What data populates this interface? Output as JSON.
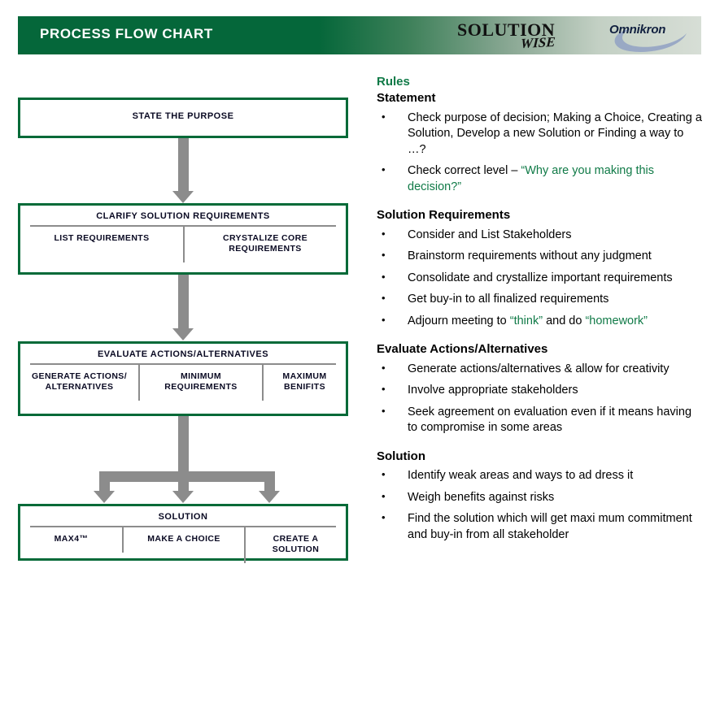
{
  "header": {
    "title": "PROCESS FLOW CHART",
    "logo_solutionwise": {
      "word1": "SOLUTION",
      "word2": "WISE",
      "icon": "solutionwise-logo"
    },
    "logo_omnikron": {
      "text": "Omnikron",
      "icon": "omnikron-swoosh-logo"
    },
    "bar_color": "#05673a"
  },
  "flowchart": {
    "accent_color": "#046a38",
    "connector_color": "#8c8c8c",
    "boxes": [
      {
        "id": "purpose",
        "header": "STATE THE PURPOSE",
        "cells": []
      },
      {
        "id": "clarify",
        "header": "CLARIFY SOLUTION REQUIREMENTS",
        "cells": [
          "LIST REQUIREMENTS",
          "CRYSTALIZE CORE REQUIREMENTS"
        ]
      },
      {
        "id": "evaluate",
        "header": "EVALUATE ACTIONS/ALTERNATIVES",
        "cells": [
          "GENERATE ACTIONS/ ALTERNATIVES",
          "MINIMUM REQUIREMENTS",
          "MAXIMUM BENIFITS"
        ]
      },
      {
        "id": "solution",
        "header": "SOLUTION",
        "cells": [
          "MAX4™",
          "MAKE A CHOICE",
          "CREATE A SOLUTION"
        ]
      }
    ]
  },
  "rules": {
    "title": "Rules",
    "sections": [
      {
        "heading": "Statement",
        "items": [
          {
            "parts": [
              {
                "text": "Check purpose of decision; Making a Choice, Creating a Solution, Develop a new Solution or Finding a way to …?",
                "color": "black"
              }
            ]
          },
          {
            "parts": [
              {
                "text": "Check correct level – ",
                "color": "black"
              },
              {
                "text": "“Why are you making this decision?”",
                "color": "green"
              }
            ]
          }
        ]
      },
      {
        "heading": "Solution Requirements",
        "items": [
          {
            "parts": [
              {
                "text": "Consider and List Stakeholders",
                "color": "black"
              }
            ]
          },
          {
            "parts": [
              {
                "text": "Brainstorm requirements without any judgment",
                "color": "black"
              }
            ]
          },
          {
            "parts": [
              {
                "text": "Consolidate and crystallize important requirements",
                "color": "black"
              }
            ]
          },
          {
            "parts": [
              {
                "text": "Get buy-in to all finalized requirements",
                "color": "black"
              }
            ]
          },
          {
            "parts": [
              {
                "text": "Adjourn meeting to ",
                "color": "black"
              },
              {
                "text": "“think”",
                "color": "green"
              },
              {
                "text": " and do ",
                "color": "black"
              },
              {
                "text": "“homework”",
                "color": "green"
              }
            ]
          }
        ]
      },
      {
        "heading": "Evaluate Actions/Alternatives",
        "items": [
          {
            "parts": [
              {
                "text": "Generate actions/alternatives & allow for creativity",
                "color": "black"
              }
            ]
          },
          {
            "parts": [
              {
                "text": "Involve appropriate stakeholders",
                "color": "black"
              }
            ]
          },
          {
            "parts": [
              {
                "text": "Seek agreement on evaluation even if it means having to compromise in some areas",
                "color": "black"
              }
            ]
          }
        ]
      },
      {
        "heading": "Solution",
        "items": [
          {
            "parts": [
              {
                "text": "Identify weak areas and ways to ad dress it",
                "color": "black"
              }
            ]
          },
          {
            "parts": [
              {
                "text": "Weigh benefits against risks",
                "color": "black"
              }
            ]
          },
          {
            "parts": [
              {
                "text": "Find the solution which will get maxi mum commitment and buy-in from all stakeholder",
                "color": "black"
              }
            ]
          }
        ]
      }
    ]
  }
}
